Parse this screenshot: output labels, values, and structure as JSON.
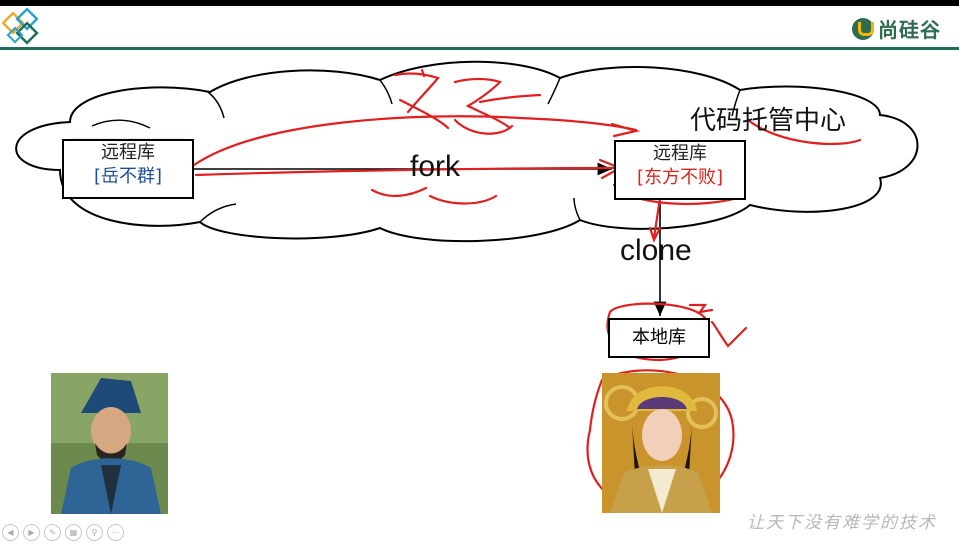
{
  "brand": {
    "name": "尚硅谷"
  },
  "cloud": {
    "title": "代码托管中心"
  },
  "nodes": {
    "remote_a": {
      "line1": "远程库",
      "line2": "[岳不群]"
    },
    "remote_b": {
      "line1": "远程库",
      "line2": "[东方不败]"
    },
    "local": {
      "label": "本地库"
    }
  },
  "edges": {
    "fork": "fork",
    "clone": "clone"
  },
  "slogan": "让天下没有难学的技术",
  "colors": {
    "accent": "#1f6e5a",
    "annotation": "#e02020",
    "link_blue": "#1f4e9c"
  },
  "icons": [
    "diamond-logo-icon",
    "brand-logo-icon"
  ],
  "nav_icons": [
    "back-icon",
    "forward-icon",
    "pen-icon",
    "slides-icon",
    "zoom-icon",
    "more-icon"
  ]
}
